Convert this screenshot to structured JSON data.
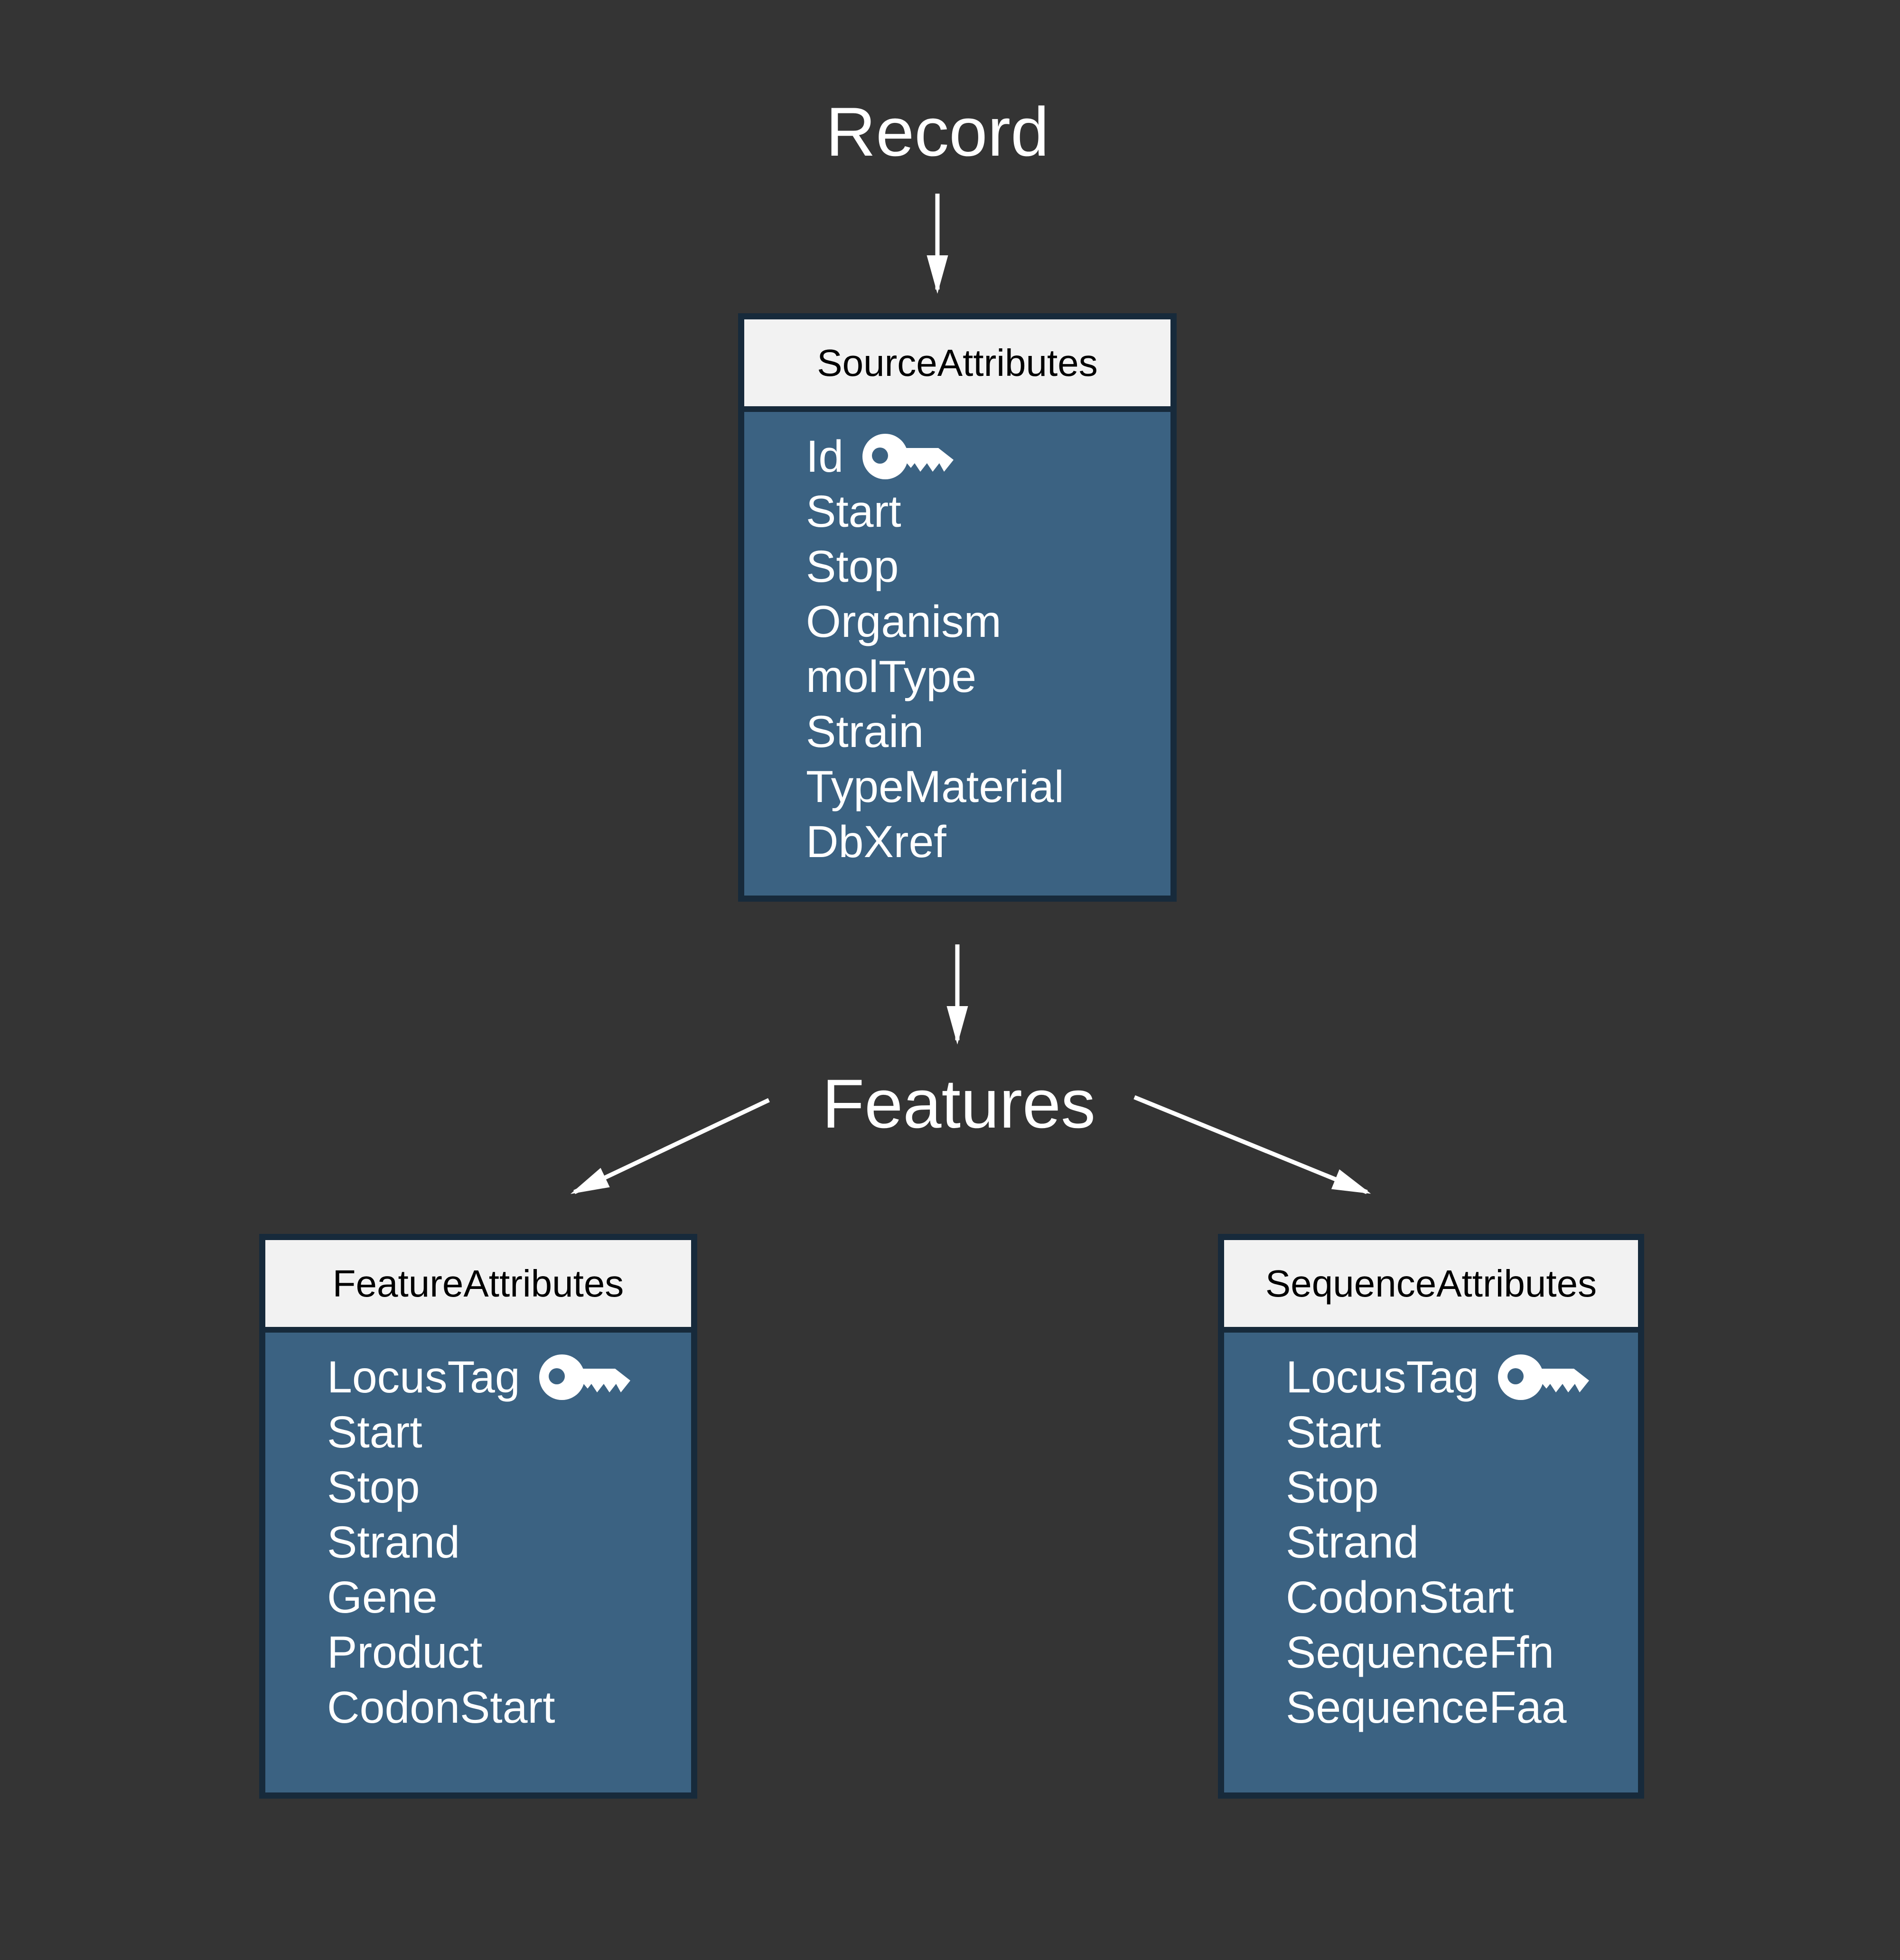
{
  "labels": {
    "record": "Record",
    "features": "Features"
  },
  "colors": {
    "background": "#343434",
    "table_body": "#3B6282",
    "table_border": "#172A3B",
    "header_bg": "#F2F2F2",
    "header_text": "#000000",
    "text": "#FFFFFF",
    "arrow": "#FFFFFF",
    "key_icon": "#FFFFFF"
  },
  "icons": {
    "primary_key": "key-icon"
  },
  "tables": {
    "source": {
      "title": "SourceAttributes",
      "fields": [
        {
          "label": "Id",
          "key": true
        },
        {
          "label": "Start",
          "key": false
        },
        {
          "label": "Stop",
          "key": false
        },
        {
          "label": "Organism",
          "key": false
        },
        {
          "label": "molType",
          "key": false
        },
        {
          "label": "Strain",
          "key": false
        },
        {
          "label": "TypeMaterial",
          "key": false
        },
        {
          "label": "DbXref",
          "key": false
        }
      ]
    },
    "feature": {
      "title": "FeatureAttributes",
      "fields": [
        {
          "label": "LocusTag",
          "key": true
        },
        {
          "label": "Start",
          "key": false
        },
        {
          "label": "Stop",
          "key": false
        },
        {
          "label": "Strand",
          "key": false
        },
        {
          "label": "Gene",
          "key": false
        },
        {
          "label": "Product",
          "key": false
        },
        {
          "label": "CodonStart",
          "key": false
        }
      ]
    },
    "sequence": {
      "title": "SequenceAttributes",
      "fields": [
        {
          "label": "LocusTag",
          "key": true
        },
        {
          "label": "Start",
          "key": false
        },
        {
          "label": "Stop",
          "key": false
        },
        {
          "label": "Strand",
          "key": false
        },
        {
          "label": "CodonStart",
          "key": false
        },
        {
          "label": "SequenceFfn",
          "key": false
        },
        {
          "label": "SequenceFaa",
          "key": false
        }
      ]
    }
  }
}
